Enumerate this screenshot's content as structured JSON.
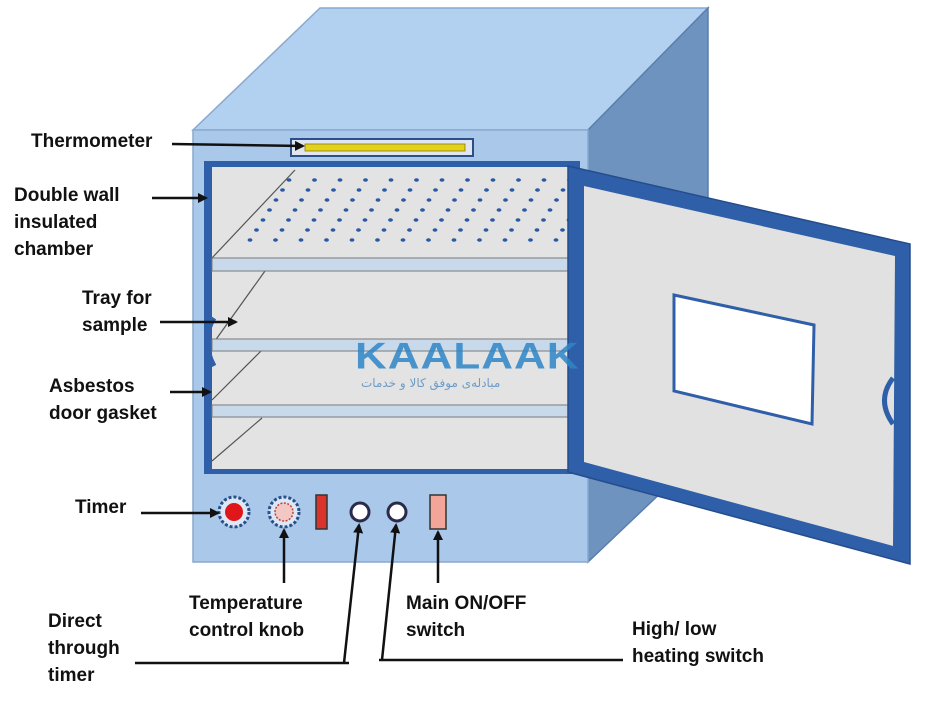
{
  "labels": {
    "thermometer": "Thermometer",
    "double_wall": "Double wall\ninsulated\nchamber",
    "tray": "Tray for\nsample",
    "gasket": "Asbestos\ndoor gasket",
    "timer": "Timer",
    "temp_knob": "Temperature\ncontrol knob",
    "direct_timer": "Direct\nthrough\ntimer",
    "main_switch": "Main ON/OFF\nswitch",
    "heating_switch": "High/ low\nheating switch"
  },
  "watermark": {
    "logo": "KAALAAK",
    "tagline": "مبادله‌ی موفق کالا و خدمات"
  },
  "colors": {
    "cabinet_front": "#a9c8ea",
    "cabinet_top": "#b2d0f0",
    "cabinet_side": "#6e93bf",
    "frame_blue": "#2f5fa8",
    "chamber_grey": "#e3e3e3",
    "thermometer_fill": "#e3d21a",
    "timer_red": "#e0161a",
    "switch_red": "#d9342b",
    "switch_pink": "#f4a59a",
    "hole_blue": "#2a5aa3",
    "arrow": "#111111"
  },
  "icons": {
    "timer": "timer-dial-icon",
    "temp_knob": "temperature-knob-icon",
    "handle": "door-handle-icon"
  }
}
